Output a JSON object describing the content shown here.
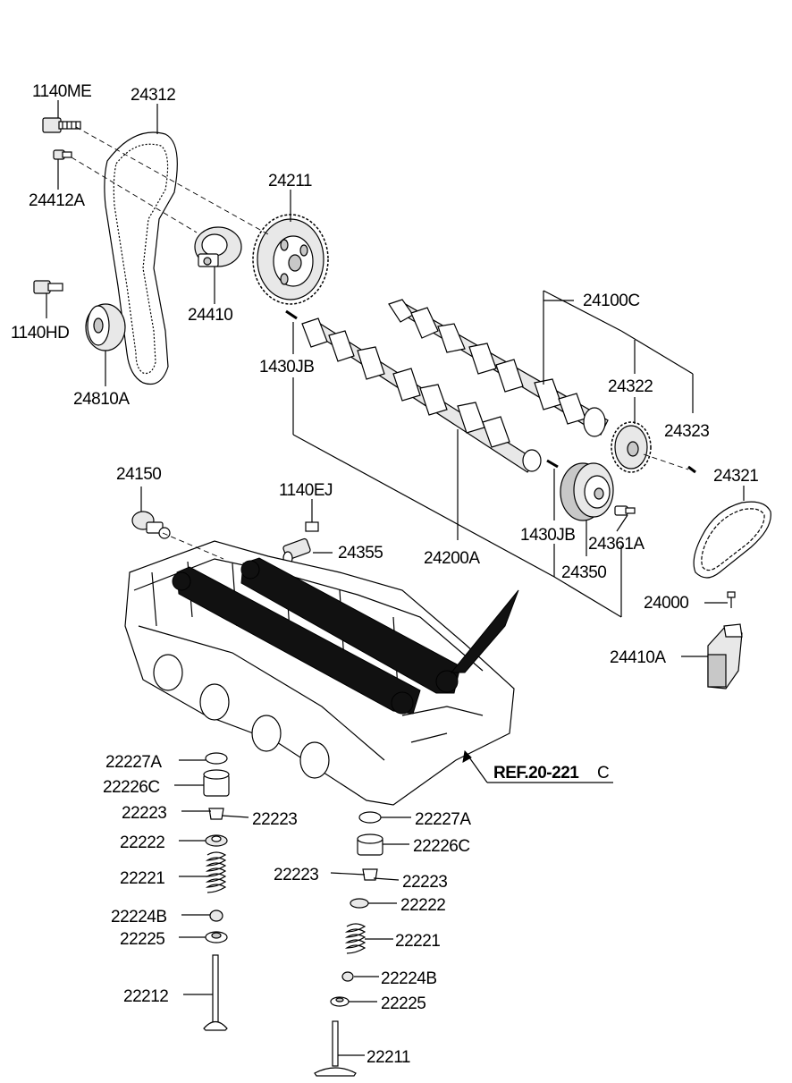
{
  "labels": {
    "p1140ME": "1140ME",
    "p24312": "24312",
    "p24412A": "24412A",
    "p24211": "24211",
    "p1140HD": "1140HD",
    "p24410": "24410",
    "p24810A": "24810A",
    "p24100C": "24100C",
    "p1430JB_a": "1430JB",
    "p24322": "24322",
    "p24323": "24323",
    "p24150": "24150",
    "p1140EJ": "1140EJ",
    "p24321": "24321",
    "p24355": "24355",
    "p24200A": "24200A",
    "p1430JB_b": "1430JB",
    "p24361A": "24361A",
    "p24350": "24350",
    "p24000": "24000",
    "p24410A": "24410A",
    "p22227A_l": "22227A",
    "p22226C_l": "22226C",
    "p22223_l1": "22223",
    "p22223_l2": "22223",
    "p22222_l": "22222",
    "p22221_l": "22221",
    "p22224B_l": "22224B",
    "p22225_l": "22225",
    "p22212": "22212",
    "p22227A_r": "22227A",
    "p22226C_r": "22226C",
    "p22223_r1": "22223",
    "p22223_r2": "22223",
    "p22222_r": "22222",
    "p22221_r": "22221",
    "p22224B_r": "22224B",
    "p22225_r": "22225",
    "p22211": "22211"
  },
  "reference": {
    "prefix": "REF.20-221",
    "suffix": "C"
  }
}
